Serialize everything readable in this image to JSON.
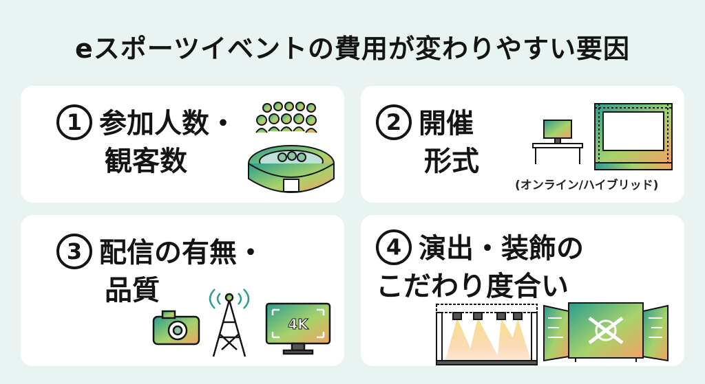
{
  "title": "eスポーツイベントの費用が変わりやすい要因",
  "cards": [
    {
      "number": "1",
      "line1": "参加人数・",
      "line2": "観客数",
      "icon": "stadium-crowd-icon"
    },
    {
      "number": "2",
      "line1": "開催",
      "line2": "形式",
      "caption": "(オンライン/ハイブリッド)",
      "icon": "desk-and-stage-icon"
    },
    {
      "number": "3",
      "line1": "配信の有無・",
      "line2": "品質",
      "icon": "camera-antenna-4k-icon"
    },
    {
      "number": "4",
      "line1": "演出・装飾の",
      "line2": "こだわり度合い",
      "icon": "stage-lights-and-screens-icon"
    }
  ],
  "monitor_label": "4K",
  "colors": {
    "gradient_start": "#2a9d8f",
    "gradient_mid": "#9ccc65",
    "gradient_end": "#f4a261",
    "ink": "#141414",
    "background": "#e9f4f2"
  }
}
